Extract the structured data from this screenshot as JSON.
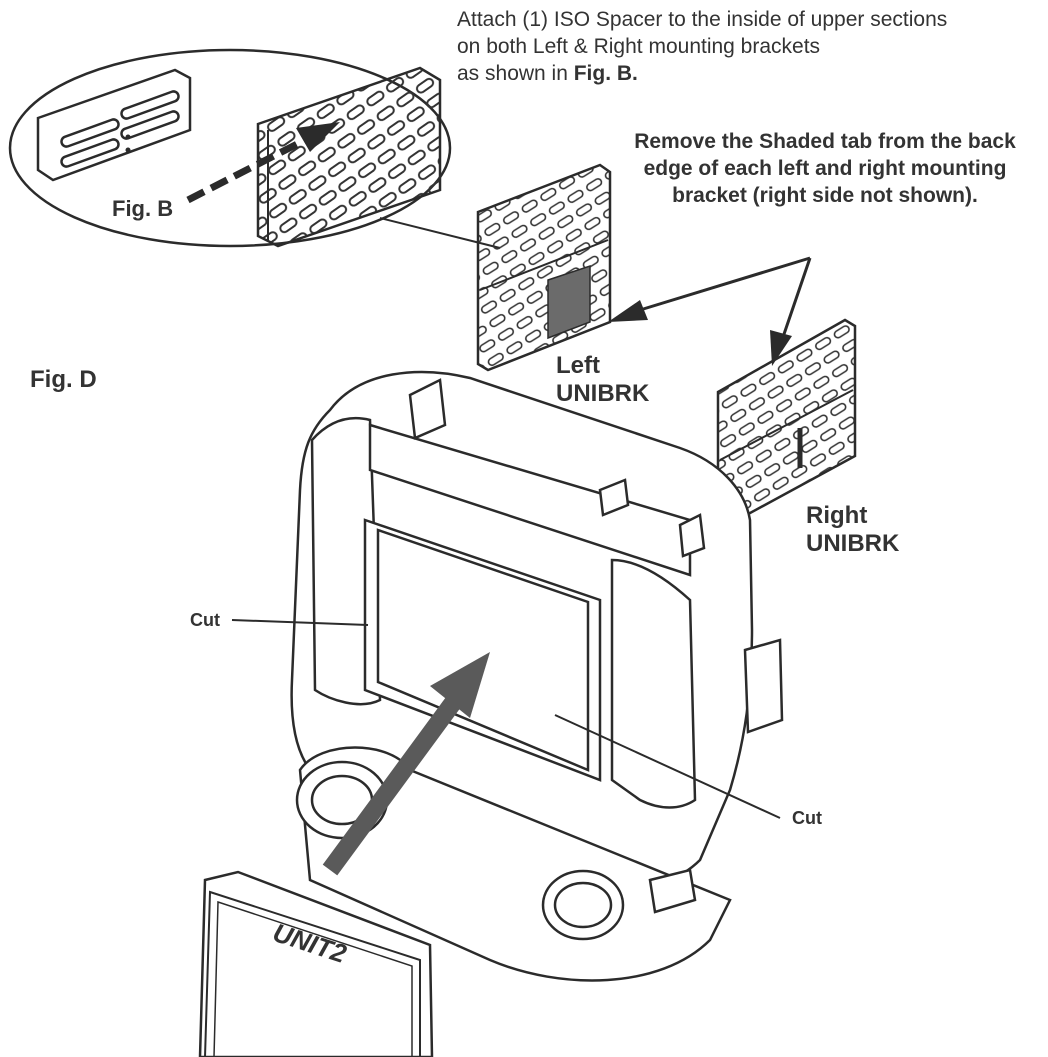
{
  "instructions": {
    "iso_spacer": {
      "line1": "Attach (1) ISO Spacer to the inside of upper sections",
      "line2": "on both Left & Right mounting brackets",
      "line3_prefix": "as shown in ",
      "line3_ref": "Fig. B."
    },
    "shaded_tab": {
      "line1": "Remove the Shaded tab from the back",
      "line2": "edge of each left and right mounting",
      "line3": "bracket (right side not shown)."
    }
  },
  "labels": {
    "fig_b": "Fig. B",
    "fig_d": "Fig. D",
    "left_1": "Left",
    "left_2": "UNIBRK",
    "right_1": "Right",
    "right_2": "UNIBRK",
    "cut_left": "Cut",
    "cut_right": "Cut",
    "unit": "UNIT2"
  },
  "colors": {
    "ink": "#2b2b2b",
    "arrow_fill": "#5a5a5a",
    "shaded_tab": "#6b6b6b",
    "background": "#ffffff"
  }
}
